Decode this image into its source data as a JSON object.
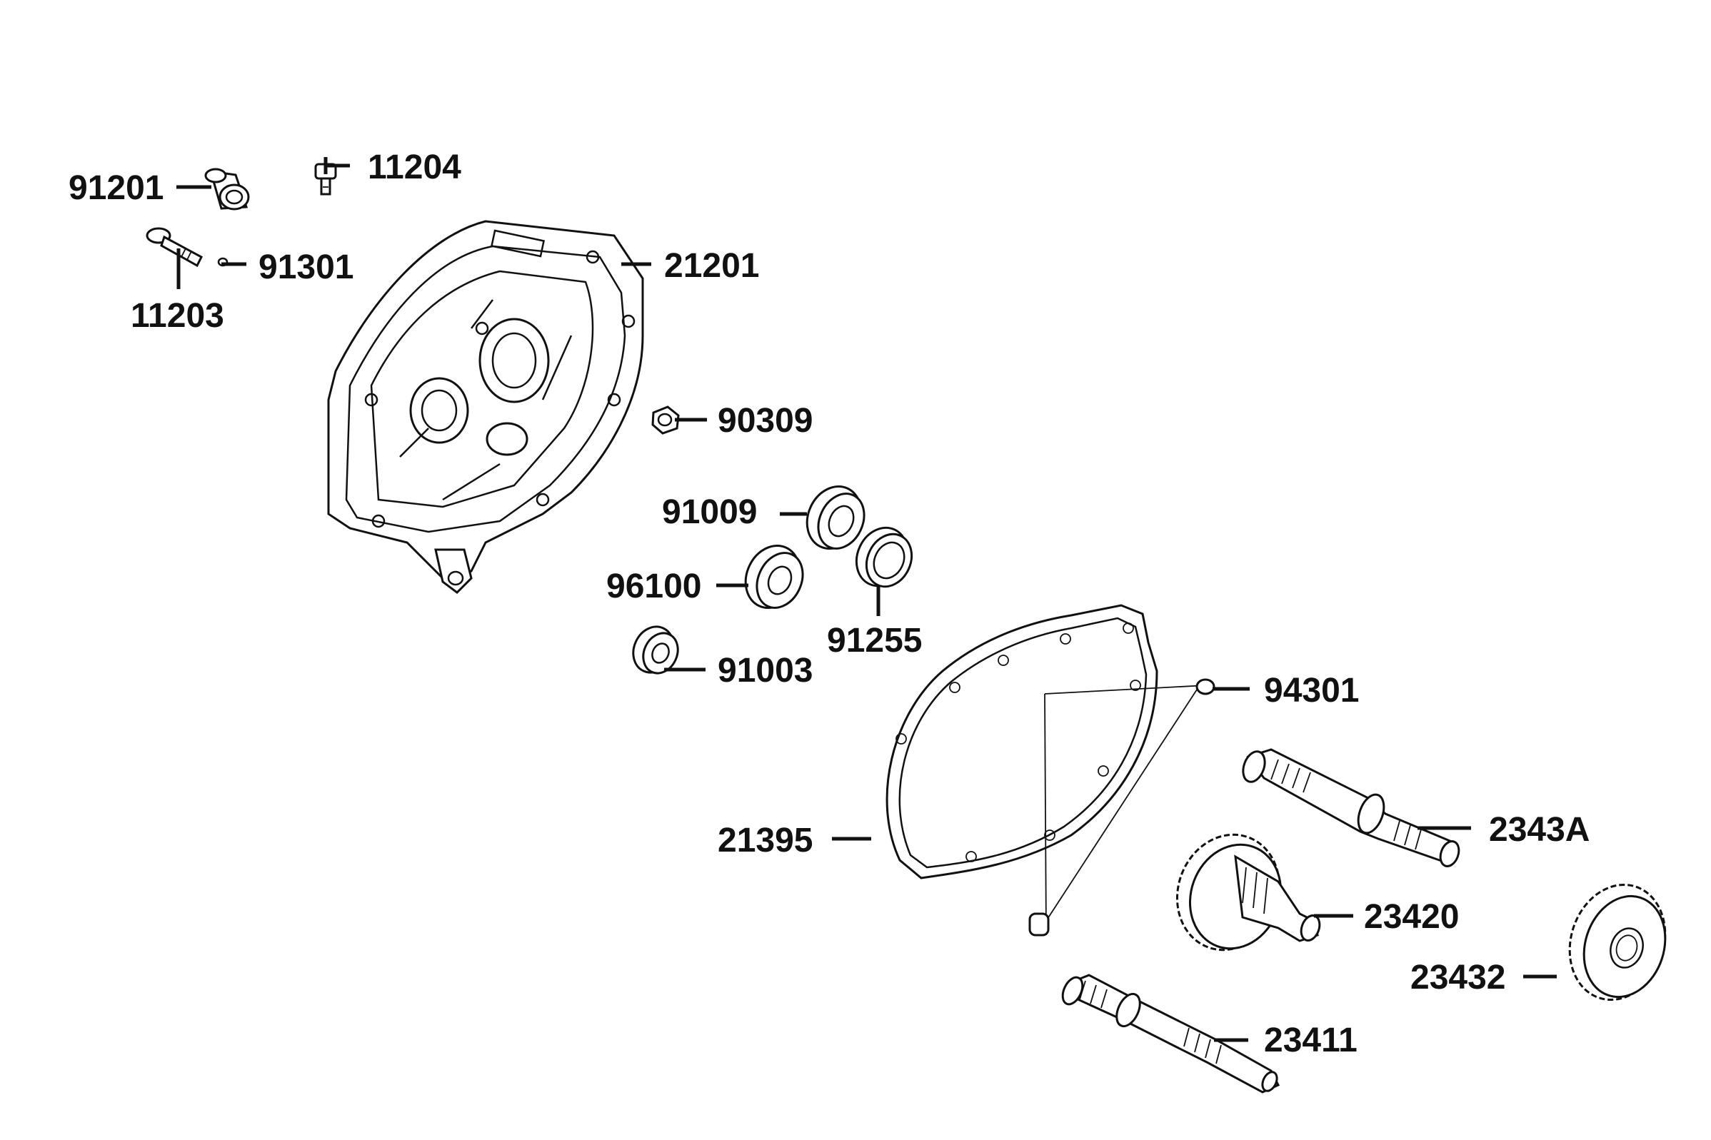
{
  "parts": [
    {
      "id": "p91201",
      "label": "91201"
    },
    {
      "id": "p11204",
      "label": "11204"
    },
    {
      "id": "p91301",
      "label": "91301"
    },
    {
      "id": "p11203",
      "label": "11203"
    },
    {
      "id": "p21201",
      "label": "21201"
    },
    {
      "id": "p90309",
      "label": "90309"
    },
    {
      "id": "p91009",
      "label": "91009"
    },
    {
      "id": "p96100",
      "label": "96100"
    },
    {
      "id": "p91255",
      "label": "91255"
    },
    {
      "id": "p91003",
      "label": "91003"
    },
    {
      "id": "p94301",
      "label": "94301"
    },
    {
      "id": "p2343A",
      "label": "2343A"
    },
    {
      "id": "p21395",
      "label": "21395"
    },
    {
      "id": "p23420",
      "label": "23420"
    },
    {
      "id": "p23432",
      "label": "23432"
    },
    {
      "id": "p23411",
      "label": "23411"
    }
  ]
}
